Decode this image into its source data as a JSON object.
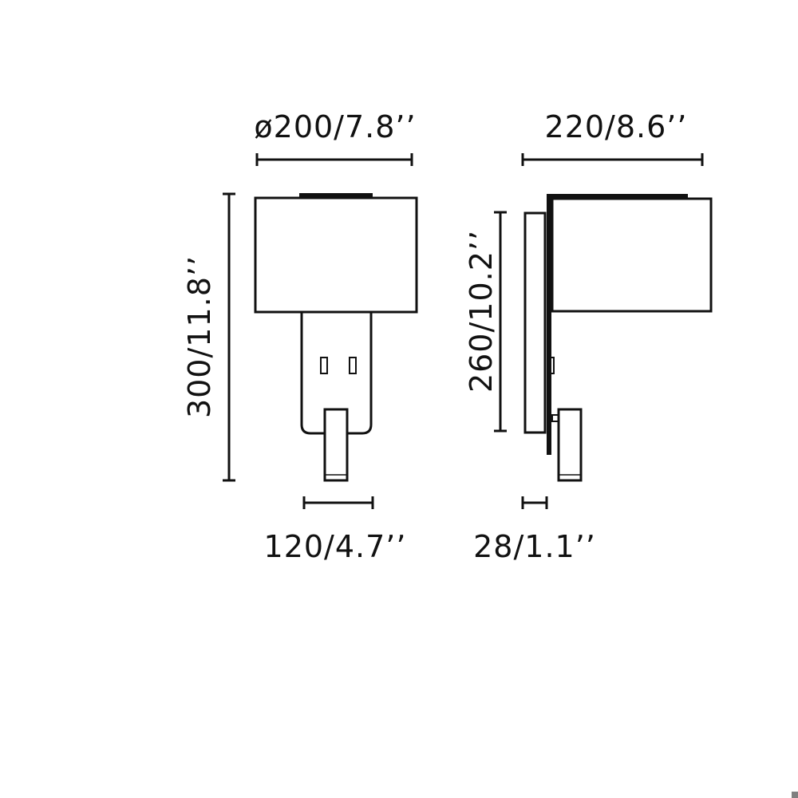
{
  "dimensions": {
    "front_width": "ø200/7.8’’",
    "side_depth": "220/8.6’’",
    "total_height": "300/11.8’’",
    "backplate_height": "260/10.2’’",
    "arm_width": "120/4.7’’",
    "backplate_depth": "28/1.1’’"
  },
  "colors": {
    "line": "#111111",
    "background": "#ffffff",
    "corner_mark": "#808080"
  }
}
